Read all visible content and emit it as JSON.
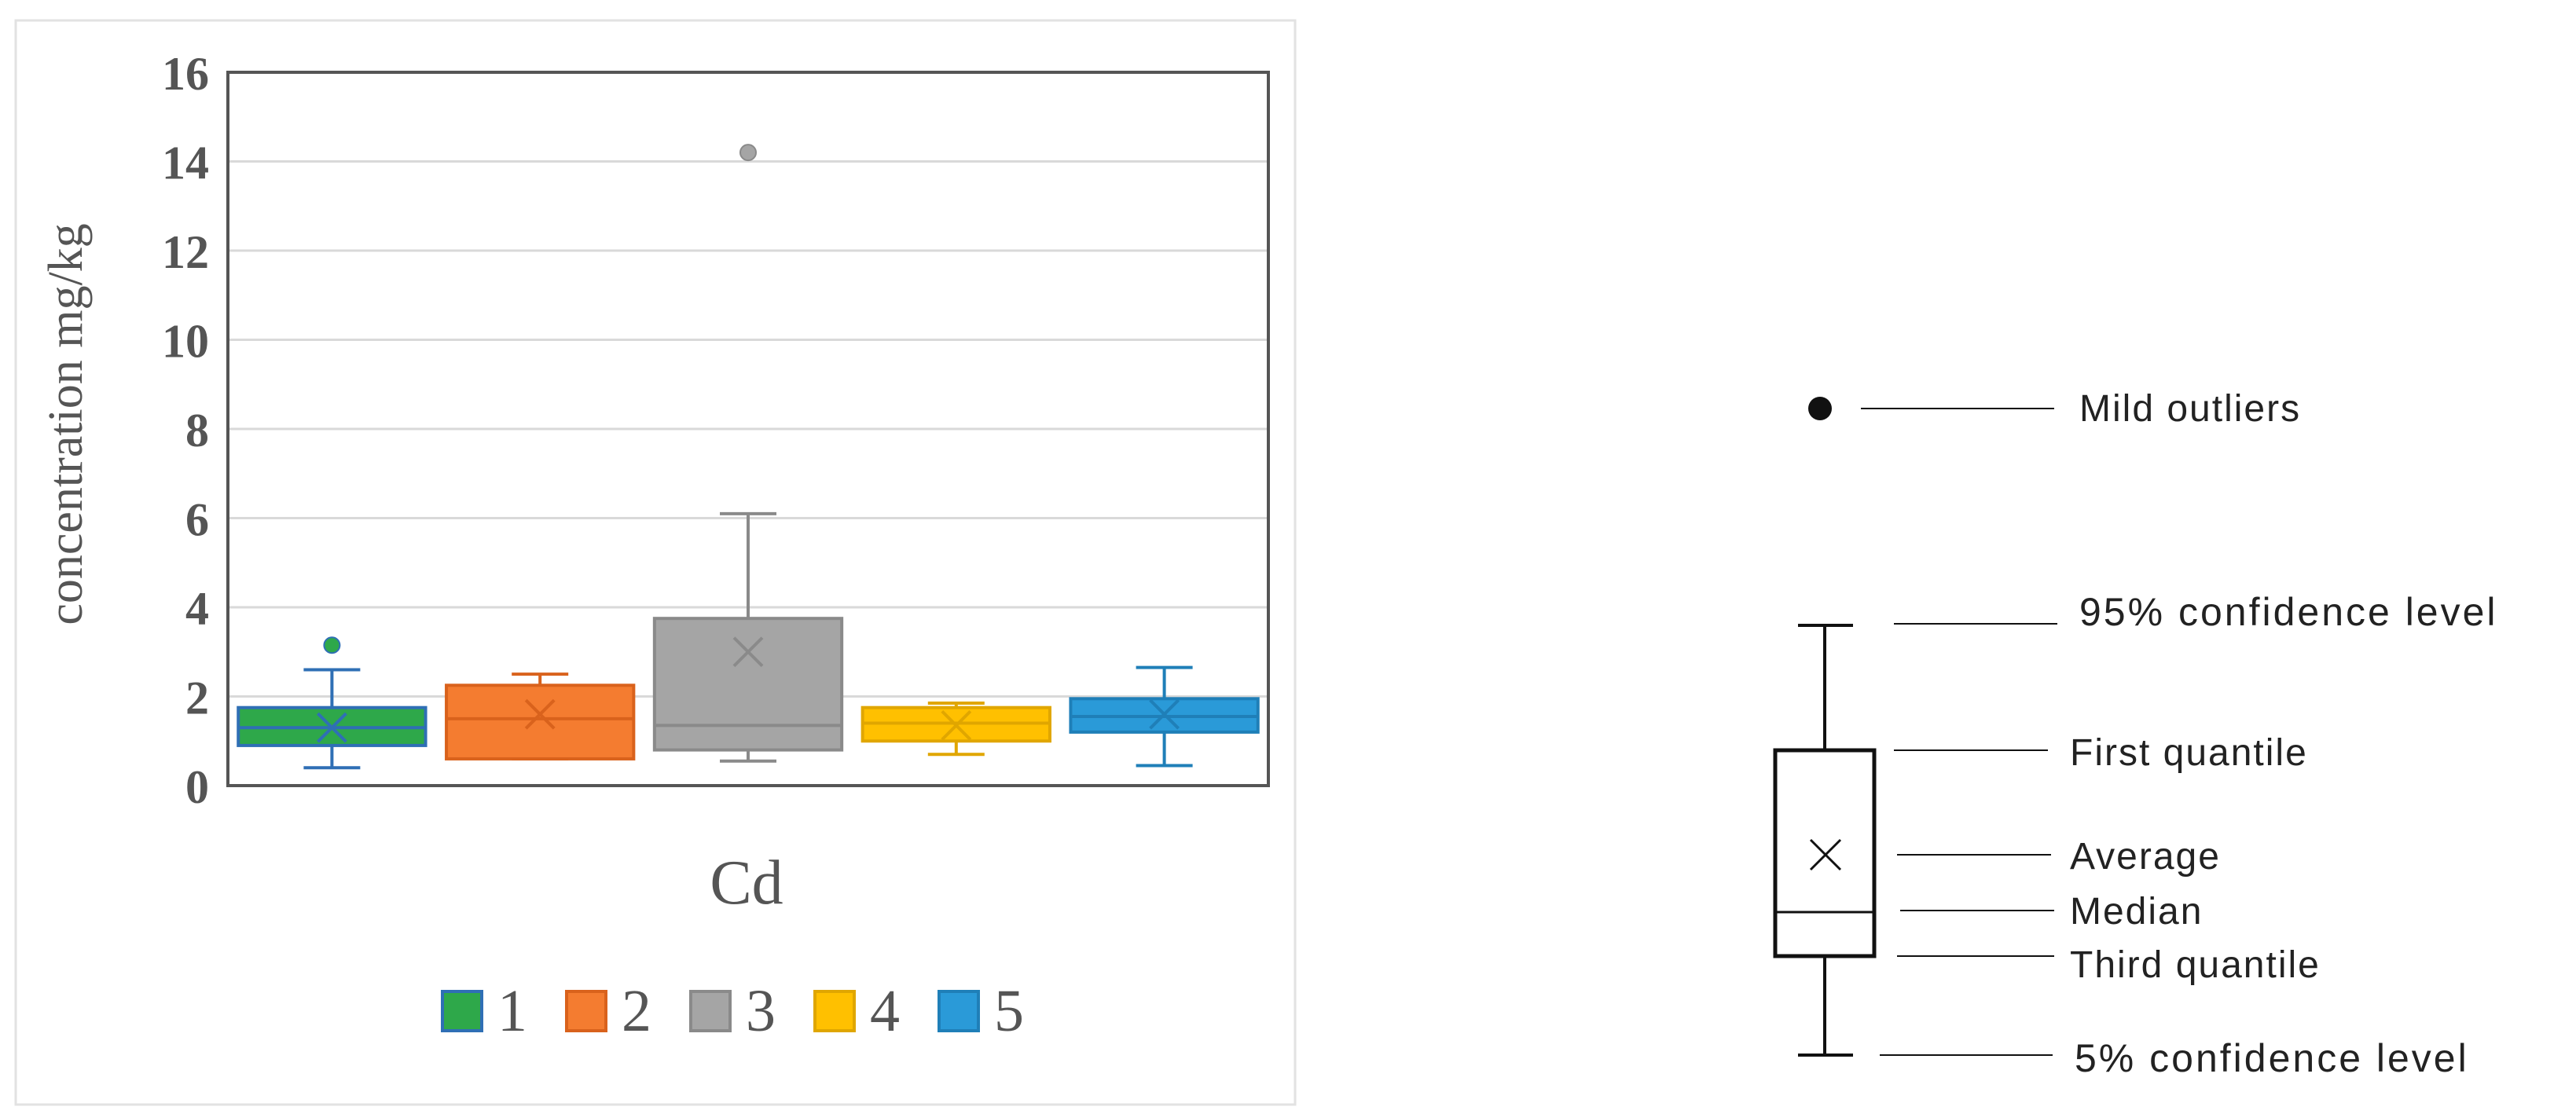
{
  "chart_data": {
    "type": "box",
    "title": "",
    "xlabel": "Cd",
    "ylabel": "concentration  mg/kg",
    "ylim": [
      0,
      16
    ],
    "yticks": [
      0,
      2,
      4,
      6,
      8,
      10,
      12,
      14,
      16
    ],
    "grid": true,
    "legend_position": "bottom",
    "series": [
      {
        "name": "1",
        "color": "#2ea84a",
        "edge": "#2f6fb5",
        "whisker_low": 0.4,
        "q1": 0.9,
        "median": 1.3,
        "q3": 1.75,
        "whisker_high": 2.6,
        "mean": 1.3,
        "outliers": [
          3.15
        ]
      },
      {
        "name": "2",
        "color": "#f47c30",
        "edge": "#d9621c",
        "whisker_low": 0.6,
        "q1": 0.6,
        "median": 1.5,
        "q3": 2.25,
        "whisker_high": 2.5,
        "mean": 1.6,
        "outliers": []
      },
      {
        "name": "3",
        "color": "#a5a5a5",
        "edge": "#8a8a8a",
        "whisker_low": 0.55,
        "q1": 0.8,
        "median": 1.35,
        "q3": 3.75,
        "whisker_high": 6.1,
        "mean": 3.0,
        "outliers": [
          14.2
        ]
      },
      {
        "name": "4",
        "color": "#ffc000",
        "edge": "#e0a600",
        "whisker_low": 0.7,
        "q1": 1.0,
        "median": 1.4,
        "q3": 1.75,
        "whisker_high": 1.85,
        "mean": 1.35,
        "outliers": []
      },
      {
        "name": "5",
        "color": "#2a9ad8",
        "edge": "#1f7fb8",
        "whisker_low": 0.45,
        "q1": 1.2,
        "median": 1.55,
        "q3": 1.95,
        "whisker_high": 2.65,
        "mean": 1.6,
        "outliers": []
      }
    ]
  },
  "key": {
    "outliers": "Mild outliers",
    "high": "95% confidence level",
    "q_top": "First quantile",
    "mean": "Average",
    "median": "Median",
    "q_bottom": "Third quantile",
    "low": "5% confidence level"
  }
}
